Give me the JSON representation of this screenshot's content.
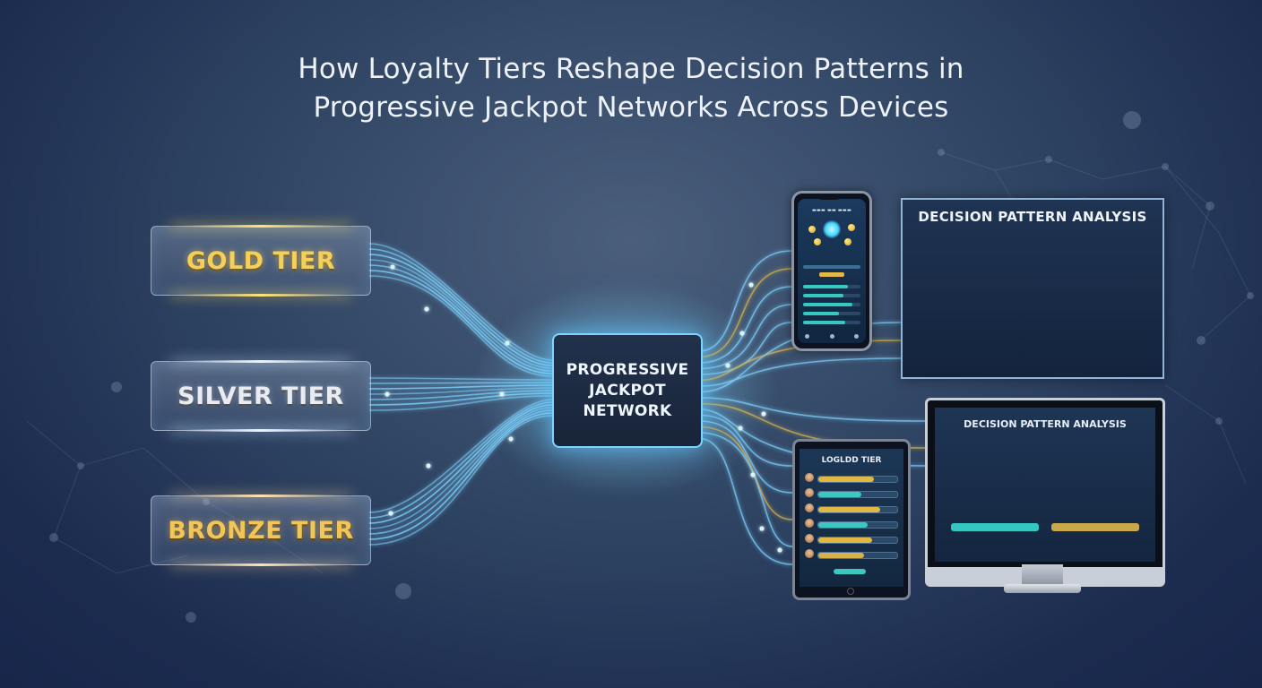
{
  "header": {
    "title": "How Loyalty Tiers Reshape Decision Patterns in\nProgressive Jackpot Networks Across Devices"
  },
  "tiers": [
    {
      "label": "GOLD TIER"
    },
    {
      "label": "SILVER TIER"
    },
    {
      "label": "BRONZE TIER"
    }
  ],
  "hub": {
    "label": "PROGRESSIVE\nJACKPOT\nNETWORK"
  },
  "devices": {
    "phone": {
      "screen_icon": "jackpot-orb-icon"
    },
    "analysis_panel": {
      "title": "DECISION PATTERN ANALYSIS"
    },
    "tablet": {
      "title": "LOGLDD TIER"
    },
    "monitor": {
      "title": "DECISION PATTERN ANALYSIS"
    }
  },
  "colors": {
    "gold": "#f4cf5a",
    "silver": "#e8ecf2",
    "bronze": "#f0c65a",
    "network_cyan": "#7fd4ff",
    "chart_teal": "#34c6c0",
    "chart_gold": "#d9b64a",
    "background_dark": "#17264a"
  }
}
